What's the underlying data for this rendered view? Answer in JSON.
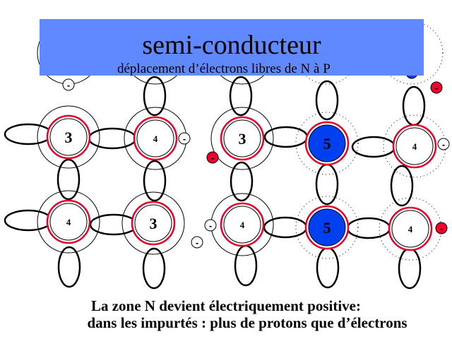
{
  "header": {
    "title": "semi-conducteur",
    "subtitle": "déplacement d’électrons libres de N à P"
  },
  "caption": {
    "line1": "La zone N devient électriquement positive:",
    "line2": "dans les impurtés : plus de protons que d’électrons"
  },
  "colors": {
    "banner": "#6088FF",
    "donor_nucleus": "#0040F0",
    "red_ring": "#E8002A",
    "free_electron": "#F0002A"
  },
  "legend_symbols": {
    "electron": "-"
  },
  "atoms": [
    {
      "id": "r0c0",
      "row": 0,
      "col": 0,
      "label": "",
      "type": "acceptor"
    },
    {
      "id": "r0c1",
      "row": 0,
      "col": 1,
      "label": "",
      "type": "silicon"
    },
    {
      "id": "r0c2",
      "row": 0,
      "col": 2,
      "label": "",
      "type": "acceptor"
    },
    {
      "id": "r0c3",
      "row": 0,
      "col": 3,
      "label": "",
      "type": "donor"
    },
    {
      "id": "r0c4",
      "row": 0,
      "col": 4,
      "label": "",
      "type": "donor-blue"
    },
    {
      "id": "r1c0",
      "row": 1,
      "col": 0,
      "label": "3",
      "type": "acceptor"
    },
    {
      "id": "r1c1",
      "row": 1,
      "col": 1,
      "label": "4",
      "type": "silicon"
    },
    {
      "id": "r1c2",
      "row": 1,
      "col": 2,
      "label": "3",
      "type": "acceptor"
    },
    {
      "id": "r1c3",
      "row": 1,
      "col": 3,
      "label": "5",
      "type": "donor"
    },
    {
      "id": "r1c4",
      "row": 1,
      "col": 4,
      "label": "4",
      "type": "silicon-dotted"
    },
    {
      "id": "r2c0",
      "row": 2,
      "col": 0,
      "label": "4",
      "type": "silicon"
    },
    {
      "id": "r2c1",
      "row": 2,
      "col": 1,
      "label": "3",
      "type": "acceptor"
    },
    {
      "id": "r2c2",
      "row": 2,
      "col": 2,
      "label": "4",
      "type": "silicon"
    },
    {
      "id": "r2c3",
      "row": 2,
      "col": 3,
      "label": "5",
      "type": "donor"
    },
    {
      "id": "r2c4",
      "row": 2,
      "col": 4,
      "label": "4",
      "type": "silicon-dotted"
    }
  ],
  "electrons": [
    {
      "id": "e1",
      "kind": "bound",
      "label": "-"
    },
    {
      "id": "e2",
      "kind": "bound",
      "label": "-"
    },
    {
      "id": "e3",
      "kind": "free",
      "label": "-"
    },
    {
      "id": "e4",
      "kind": "bound",
      "label": "-"
    },
    {
      "id": "e5",
      "kind": "free",
      "label": "-"
    },
    {
      "id": "e6",
      "kind": "bound",
      "label": "-"
    },
    {
      "id": "e7",
      "kind": "bound",
      "label": "-"
    },
    {
      "id": "e8",
      "kind": "free",
      "label": "-"
    },
    {
      "id": "e9",
      "kind": "bound",
      "label": "-"
    }
  ]
}
